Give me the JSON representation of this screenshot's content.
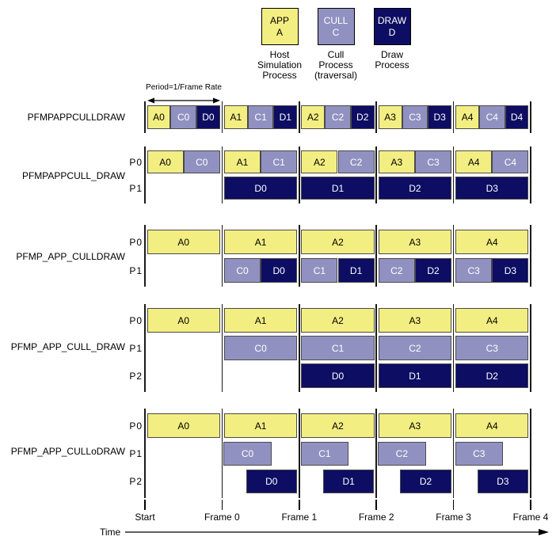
{
  "colors": {
    "app_fill": "#f3ee82",
    "app_text": "#000000",
    "cull_fill": "#9191c1",
    "cull_text": "#ffffff",
    "draw_fill": "#0d0d63",
    "draw_text": "#ffffff",
    "line": "#000000",
    "bar_border": "#4a4a4a"
  },
  "legend": {
    "items": [
      {
        "code": "APP",
        "letter": "A",
        "kind": "app",
        "caption": "Host\nSimulation\nProcess"
      },
      {
        "code": "CULL",
        "letter": "C",
        "kind": "cull",
        "caption": "Cull\nProcess\n(traversal)"
      },
      {
        "code": "DRAW",
        "letter": "D",
        "kind": "draw",
        "caption": "Draw\nProcess"
      }
    ]
  },
  "period_annotation": "Period=1/Frame Rate",
  "time_axis": {
    "label": "Time",
    "ticks": [
      "Start",
      "Frame 0",
      "Frame 1",
      "Frame 2",
      "Frame 3",
      "Frame 4"
    ]
  },
  "diagrams": [
    {
      "name": "PFMPAPPCULLDRAW",
      "rows": [
        {
          "proc": "",
          "bars": [
            {
              "t": "A0",
              "k": "app",
              "s": 0,
              "e": 0.333
            },
            {
              "t": "C0",
              "k": "cull",
              "s": 0.333,
              "e": 0.667
            },
            {
              "t": "D0",
              "k": "draw",
              "s": 0.667,
              "e": 1
            },
            {
              "t": "A1",
              "k": "app",
              "s": 1,
              "e": 1.333
            },
            {
              "t": "C1",
              "k": "cull",
              "s": 1.333,
              "e": 1.667
            },
            {
              "t": "D1",
              "k": "draw",
              "s": 1.667,
              "e": 2
            },
            {
              "t": "A2",
              "k": "app",
              "s": 2,
              "e": 2.333
            },
            {
              "t": "C2",
              "k": "cull",
              "s": 2.333,
              "e": 2.667
            },
            {
              "t": "D2",
              "k": "draw",
              "s": 2.667,
              "e": 3
            },
            {
              "t": "A3",
              "k": "app",
              "s": 3,
              "e": 3.333
            },
            {
              "t": "C3",
              "k": "cull",
              "s": 3.333,
              "e": 3.667
            },
            {
              "t": "D3",
              "k": "draw",
              "s": 3.667,
              "e": 4
            },
            {
              "t": "A4",
              "k": "app",
              "s": 4,
              "e": 4.333
            },
            {
              "t": "C4",
              "k": "cull",
              "s": 4.333,
              "e": 4.667
            },
            {
              "t": "D4",
              "k": "draw",
              "s": 4.667,
              "e": 5
            }
          ]
        }
      ]
    },
    {
      "name": "PFMPAPPCULL_DRAW",
      "rows": [
        {
          "proc": "P0",
          "bars": [
            {
              "t": "A0",
              "k": "app",
              "s": 0,
              "e": 0.5
            },
            {
              "t": "C0",
              "k": "cull",
              "s": 0.5,
              "e": 1
            },
            {
              "t": "A1",
              "k": "app",
              "s": 1,
              "e": 1.5
            },
            {
              "t": "C1",
              "k": "cull",
              "s": 1.5,
              "e": 2
            },
            {
              "t": "A2",
              "k": "app",
              "s": 2,
              "e": 2.5
            },
            {
              "t": "C2",
              "k": "cull",
              "s": 2.5,
              "e": 3
            },
            {
              "t": "A3",
              "k": "app",
              "s": 3,
              "e": 3.5
            },
            {
              "t": "C3",
              "k": "cull",
              "s": 3.5,
              "e": 4
            },
            {
              "t": "A4",
              "k": "app",
              "s": 4,
              "e": 4.5
            },
            {
              "t": "C4",
              "k": "cull",
              "s": 4.5,
              "e": 5
            }
          ]
        },
        {
          "proc": "P1",
          "bars": [
            {
              "t": "D0",
              "k": "draw",
              "s": 1,
              "e": 2
            },
            {
              "t": "D1",
              "k": "draw",
              "s": 2,
              "e": 3
            },
            {
              "t": "D2",
              "k": "draw",
              "s": 3,
              "e": 4
            },
            {
              "t": "D3",
              "k": "draw",
              "s": 4,
              "e": 5
            }
          ]
        }
      ]
    },
    {
      "name": "PFMP_APP_CULLDRAW",
      "rows": [
        {
          "proc": "P0",
          "bars": [
            {
              "t": "A0",
              "k": "app",
              "s": 0,
              "e": 1
            },
            {
              "t": "A1",
              "k": "app",
              "s": 1,
              "e": 2
            },
            {
              "t": "A2",
              "k": "app",
              "s": 2,
              "e": 3
            },
            {
              "t": "A3",
              "k": "app",
              "s": 3,
              "e": 4
            },
            {
              "t": "A4",
              "k": "app",
              "s": 4,
              "e": 5
            }
          ]
        },
        {
          "proc": "P1",
          "bars": [
            {
              "t": "C0",
              "k": "cull",
              "s": 1,
              "e": 1.5
            },
            {
              "t": "D0",
              "k": "draw",
              "s": 1.5,
              "e": 2
            },
            {
              "t": "C1",
              "k": "cull",
              "s": 2,
              "e": 2.5
            },
            {
              "t": "D1",
              "k": "draw",
              "s": 2.5,
              "e": 3
            },
            {
              "t": "C2",
              "k": "cull",
              "s": 3,
              "e": 3.5
            },
            {
              "t": "D2",
              "k": "draw",
              "s": 3.5,
              "e": 4
            },
            {
              "t": "C3",
              "k": "cull",
              "s": 4,
              "e": 4.5
            },
            {
              "t": "D3",
              "k": "draw",
              "s": 4.5,
              "e": 5
            }
          ]
        }
      ]
    },
    {
      "name": "PFMP_APP_CULL_DRAW",
      "rows": [
        {
          "proc": "P0",
          "bars": [
            {
              "t": "A0",
              "k": "app",
              "s": 0,
              "e": 1
            },
            {
              "t": "A1",
              "k": "app",
              "s": 1,
              "e": 2
            },
            {
              "t": "A2",
              "k": "app",
              "s": 2,
              "e": 3
            },
            {
              "t": "A3",
              "k": "app",
              "s": 3,
              "e": 4
            },
            {
              "t": "A4",
              "k": "app",
              "s": 4,
              "e": 5
            }
          ]
        },
        {
          "proc": "P1",
          "bars": [
            {
              "t": "C0",
              "k": "cull",
              "s": 1,
              "e": 2
            },
            {
              "t": "C1",
              "k": "cull",
              "s": 2,
              "e": 3
            },
            {
              "t": "C2",
              "k": "cull",
              "s": 3,
              "e": 4
            },
            {
              "t": "C3",
              "k": "cull",
              "s": 4,
              "e": 5
            }
          ]
        },
        {
          "proc": "P2",
          "bars": [
            {
              "t": "D0",
              "k": "draw",
              "s": 2,
              "e": 3
            },
            {
              "t": "D1",
              "k": "draw",
              "s": 3,
              "e": 4
            },
            {
              "t": "D2",
              "k": "draw",
              "s": 4,
              "e": 5
            }
          ]
        }
      ]
    },
    {
      "name": "PFMP_APP_CULLoDRAW",
      "rows": [
        {
          "proc": "P0",
          "bars": [
            {
              "t": "A0",
              "k": "app",
              "s": 0,
              "e": 1
            },
            {
              "t": "A1",
              "k": "app",
              "s": 1,
              "e": 2
            },
            {
              "t": "A2",
              "k": "app",
              "s": 2,
              "e": 3
            },
            {
              "t": "A3",
              "k": "app",
              "s": 3,
              "e": 4
            },
            {
              "t": "A4",
              "k": "app",
              "s": 4,
              "e": 5
            }
          ]
        },
        {
          "proc": "P1",
          "bars": [
            {
              "t": "C0",
              "k": "cull",
              "s": 1.02,
              "e": 1.64
            },
            {
              "t": "C1",
              "k": "cull",
              "s": 2.02,
              "e": 2.64
            },
            {
              "t": "C2",
              "k": "cull",
              "s": 3.02,
              "e": 3.64
            },
            {
              "t": "C3",
              "k": "cull",
              "s": 4.02,
              "e": 4.64
            }
          ]
        },
        {
          "proc": "P2",
          "bars": [
            {
              "t": "D0",
              "k": "draw",
              "s": 1.31,
              "e": 1.97
            },
            {
              "t": "D1",
              "k": "draw",
              "s": 2.31,
              "e": 2.97
            },
            {
              "t": "D2",
              "k": "draw",
              "s": 3.31,
              "e": 3.97
            },
            {
              "t": "D3",
              "k": "draw",
              "s": 4.31,
              "e": 4.97
            }
          ]
        }
      ]
    }
  ]
}
